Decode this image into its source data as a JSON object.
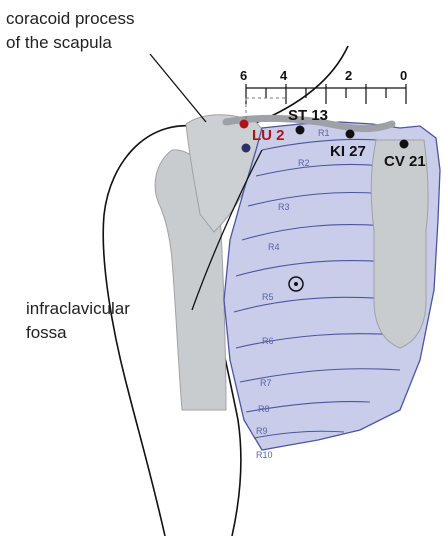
{
  "labels": {
    "coracoid_line1": "coracoid process",
    "coracoid_line2": "of the scapula",
    "fossa_line1": "infraclavicular",
    "fossa_line2": "fossa"
  },
  "scale": [
    "6",
    "4",
    "2",
    "0"
  ],
  "points": {
    "lu2": "LU 2",
    "st13": "ST 13",
    "ki27": "KI 27",
    "cv21": "CV 21"
  },
  "ribs": [
    "R1",
    "R2",
    "R3",
    "R4",
    "R5",
    "R6",
    "R7",
    "R8",
    "R9",
    "R10"
  ],
  "colors": {
    "bone": "#c9cccf",
    "ribcage": "#c9cde9",
    "outline": "#4b55a0",
    "skin_line": "#111111",
    "lu2": "#b0121b"
  }
}
